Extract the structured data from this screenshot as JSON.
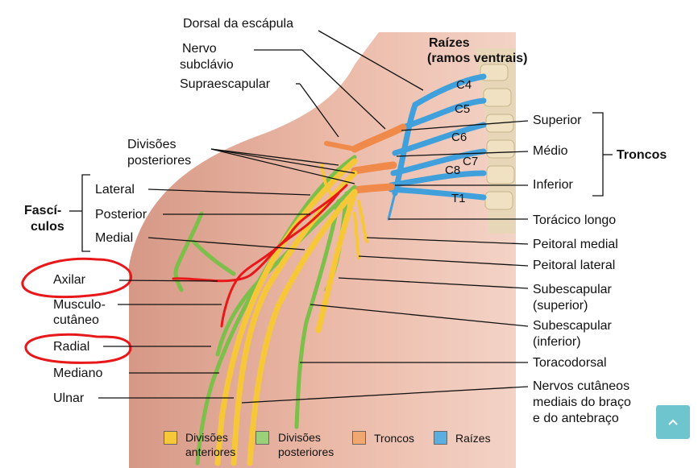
{
  "roots_title": [
    "Raízes",
    "(ramos ventrais)"
  ],
  "root_labels": [
    "C4",
    "C5",
    "C6",
    "C7",
    "C8",
    "T1"
  ],
  "top_labels": {
    "dorsal": "Dorsal da escápula",
    "subclavio": [
      "Nervo",
      "subclávio"
    ],
    "supraescapular": "Supraescapular",
    "div_post": [
      "Divisões",
      "posteriores"
    ]
  },
  "fasciculos": {
    "title": [
      "Fascí-",
      "culos"
    ],
    "items": [
      "Lateral",
      "Posterior",
      "Medial"
    ]
  },
  "left_nerves": {
    "axilar": "Axilar",
    "musculo": [
      "Musculo-",
      "cutâneo"
    ],
    "radial": "Radial",
    "mediano": "Mediano",
    "ulnar": "Ulnar"
  },
  "troncos": {
    "title": "Troncos",
    "items": [
      "Superior",
      "Médio",
      "Inferior"
    ]
  },
  "right_nerves": {
    "toracico": "Torácico longo",
    "peitoral_medial": "Peitoral medial",
    "peitoral_lateral": "Peitoral lateral",
    "subesc_sup": [
      "Subescapular",
      "(superior)"
    ],
    "subesc_inf": [
      "Subescapular",
      "(inferior)"
    ],
    "toracodorsal": "Toracodorsal",
    "cutaneos": [
      "Nervos cutâneos",
      "mediais do braço",
      "e do antebraço"
    ]
  },
  "legend": [
    {
      "label": [
        "Divisões",
        "anteriores"
      ],
      "color": "#f7c73a"
    },
    {
      "label": [
        "Divisões",
        "posteriores"
      ],
      "color": "#9bd07a"
    },
    {
      "label": [
        "Troncos"
      ],
      "color": "#f0a870"
    },
    {
      "label": [
        "Raízes"
      ],
      "color": "#5aaee0"
    }
  ],
  "colors": {
    "skin": "#e7b0a0",
    "anterior": "#f7c73a",
    "posterior": "#7cbf4a",
    "trunk": "#f08a4a",
    "root": "#3fa0dc",
    "annotation": "#e8181a",
    "scroll_button": "#6ec5ce"
  },
  "scroll_button_icon": "chevron-up-icon"
}
